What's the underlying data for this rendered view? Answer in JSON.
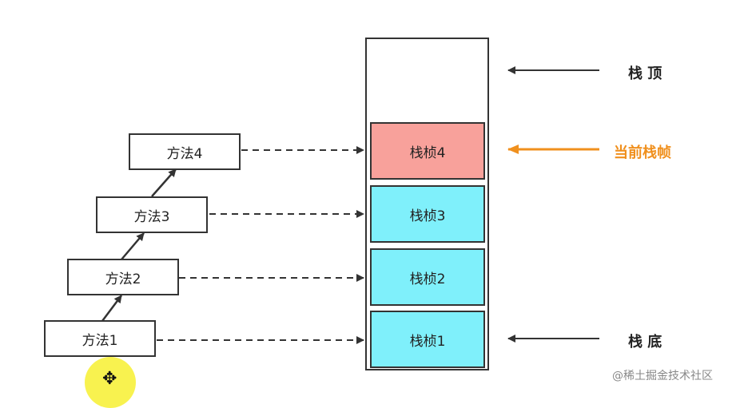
{
  "methods": [
    {
      "label": "方法1"
    },
    {
      "label": "方法2"
    },
    {
      "label": "方法3"
    },
    {
      "label": "方法4"
    }
  ],
  "frames": [
    {
      "label": "栈桢1",
      "state": "normal"
    },
    {
      "label": "栈桢2",
      "state": "normal"
    },
    {
      "label": "栈桢3",
      "state": "normal"
    },
    {
      "label": "栈桢4",
      "state": "current"
    }
  ],
  "labels": {
    "stack_top": "栈 顶",
    "current_frame": "当前栈帧",
    "stack_bottom": "栈 底"
  },
  "colors": {
    "current_frame_fill": "#f8a19b",
    "frame_fill": "#7ff0fb",
    "current_arrow": "#f0901e",
    "line": "#333333"
  },
  "watermark": "@稀土掘金技术社区",
  "cursor_icon": "move-cursor-icon"
}
